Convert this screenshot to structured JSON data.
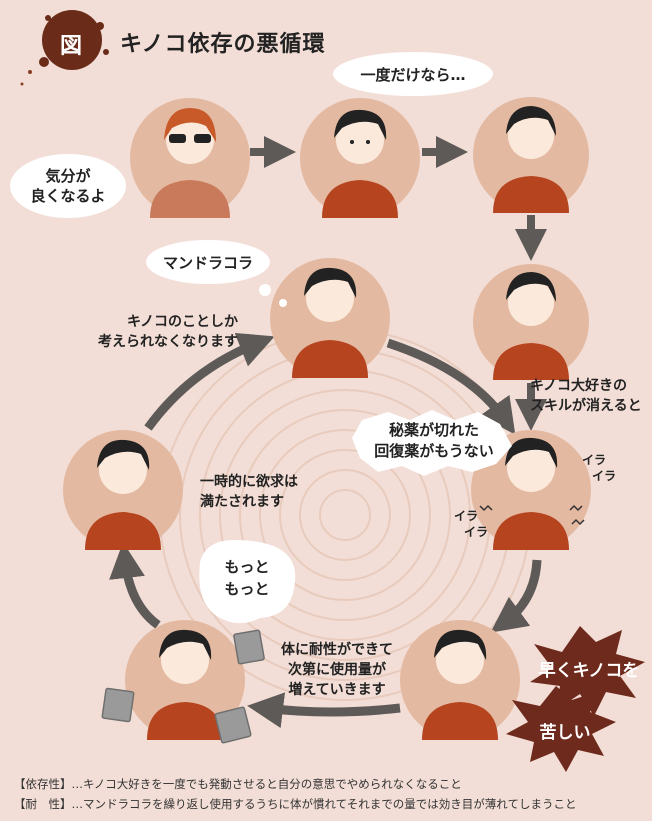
{
  "title": {
    "badge": "図",
    "text": "キノコ依存の悪循環"
  },
  "bubbles": {
    "feel_good": [
      "気分が",
      "良くなるよ"
    ],
    "just_once": "一度だけなら…",
    "mandragora": "マンドラコラ",
    "secret_medicine": [
      "秘薬が切れた",
      "回復薬がもうない"
    ],
    "more": [
      "もっと",
      "もっと"
    ]
  },
  "labels": {
    "only_think": [
      "キノコのことしか",
      "考えられなくなります"
    ],
    "skill_vanish": [
      "キノコ大好きの",
      "スキルが消えると"
    ],
    "temporarily": [
      "一時的に欲求は",
      "満たされます"
    ],
    "tolerance": [
      "体に耐性ができて",
      "次第に使用量が",
      "増えていきます"
    ]
  },
  "irritation": {
    "top": [
      "イラ",
      "イラ"
    ],
    "bottom": [
      "イラ",
      "イラ"
    ]
  },
  "bursts": {
    "quickly": "早くキノコを",
    "painful": "苦しい"
  },
  "footer": [
    "【依存性】…キノコ大好きを一度でも発動させると自分の意思でやめられなくなること",
    "【耐　性】…マンドラコラを繰り返し使用するうちに体が慣れてそれまでの量では効き目が薄れてしまうこと"
  ],
  "colors": {
    "background": "#f2ded6",
    "circle": "#e4b9a1",
    "shirt": "#b5441f",
    "arrow": "#5e5a58",
    "burst": "#6e2a1c",
    "badge": "#6a2c18"
  }
}
